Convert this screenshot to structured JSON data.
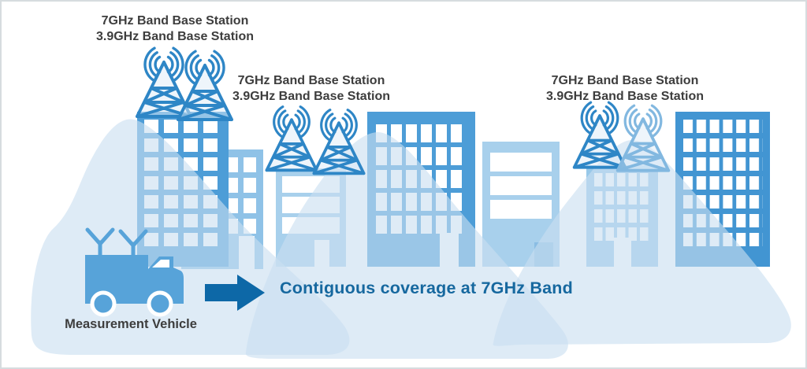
{
  "station_labels": [
    {
      "line1": "7GHz Band Base Station",
      "line2": "3.9GHz Band Base Station"
    },
    {
      "line1": "7GHz Band Base Station",
      "line2": "3.9GHz Band Base Station"
    },
    {
      "line1": "7GHz Band Base Station",
      "line2": "3.9GHz Band Base Station"
    }
  ],
  "vehicle_label": "Measurement Vehicle",
  "coverage_label": "Contiguous coverage at 7GHz Band",
  "icons": {
    "base_station": "radio-tower-with-waves-icon",
    "vehicle": "measurement-truck-icon",
    "arrow": "right-arrow-icon"
  },
  "colors": {
    "building_medium_blue": "#4d9dd7",
    "building_dark_blue": "#4295d2",
    "building_light_blue": "#a8d0ec",
    "building_pale_blue": "#8fc2e7",
    "tower_blue": "#2e86c6",
    "tower_light_blue": "#82b8e0",
    "coverage_fill": "#c9def0",
    "arrow_blue": "#0d68a7",
    "vehicle_blue": "#57a3d9",
    "label_text": "#3d3d3d",
    "coverage_text": "#16689f",
    "window_white": "#ffffff"
  }
}
